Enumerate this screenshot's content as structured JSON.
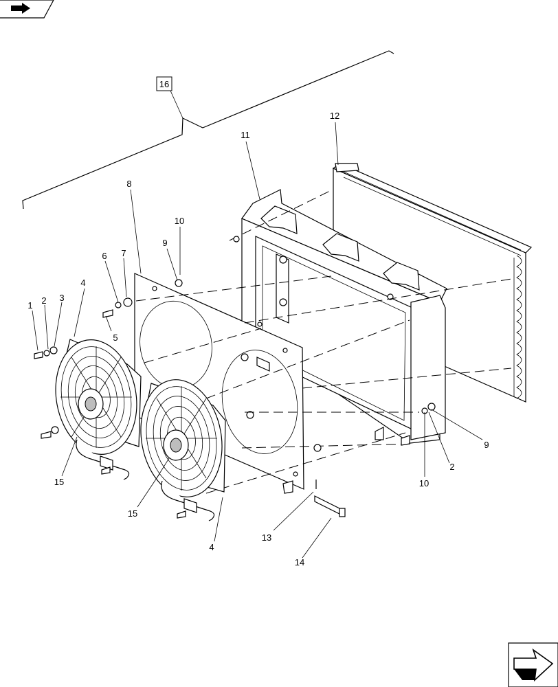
{
  "diagram": {
    "reference_label": "16",
    "callouts": {
      "c1": "1",
      "c2a": "2",
      "c3": "3",
      "c4a": "4",
      "c5": "5",
      "c6": "6",
      "c7": "7",
      "c8": "8",
      "c9a": "9",
      "c10a": "10",
      "c11": "11",
      "c12": "12",
      "c9b": "9",
      "c2b": "2",
      "c10b": "10",
      "c15a": "15",
      "c15b": "15",
      "c4b": "4",
      "c13": "13",
      "c14": "14"
    }
  },
  "navigation": {
    "back_icon": "back-arrow-icon",
    "next_icon": "next-page-arrow-icon"
  }
}
